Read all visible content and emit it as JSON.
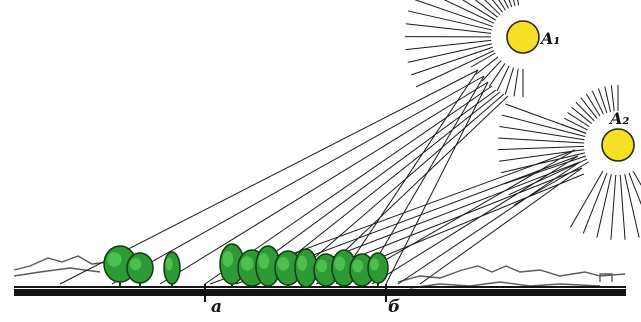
{
  "labels": {
    "sun_high": "A₁",
    "sun_low": "A₂",
    "point_a": "а",
    "point_b": "б"
  },
  "colors": {
    "sun_fill": "#f6e026",
    "sun_stroke": "#2a2a10",
    "ray": "#1a1a1a",
    "tree_fill": "#2e9a36",
    "tree_stroke": "#0f3d13",
    "ground": "#141414",
    "hills": "#5a5a5a"
  }
}
